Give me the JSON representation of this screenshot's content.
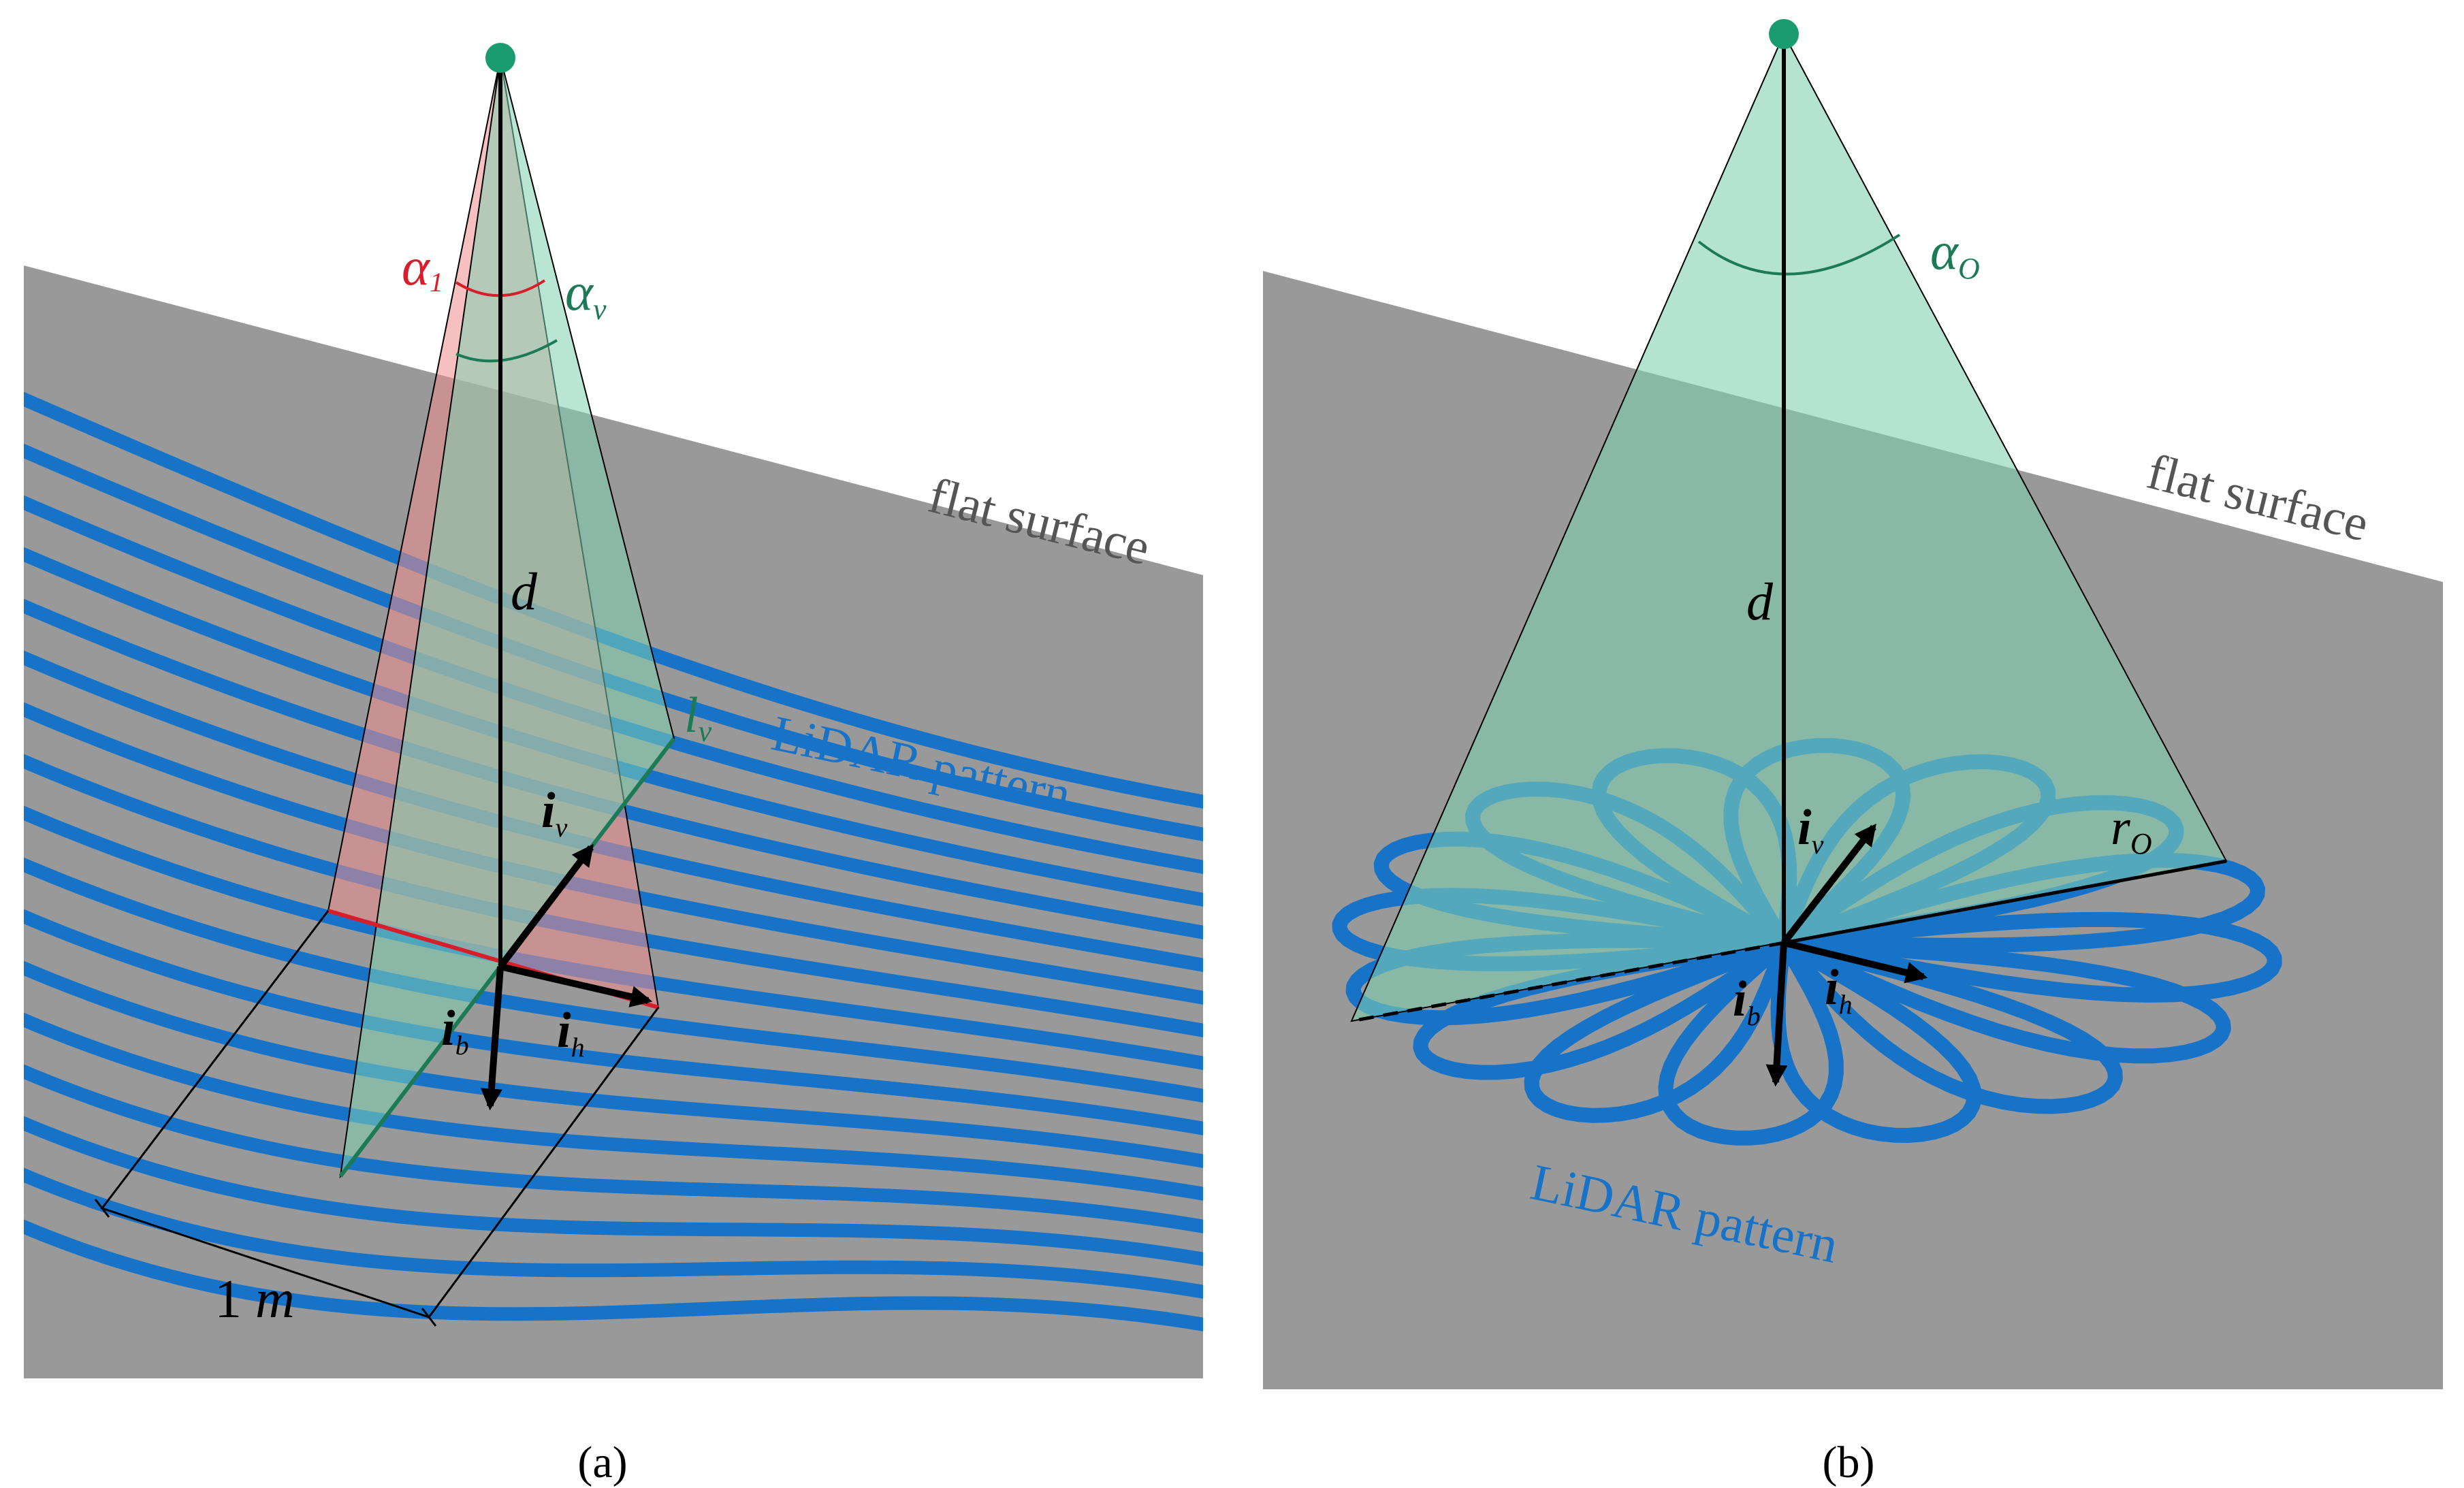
{
  "colors": {
    "surface": "#999999",
    "lidar_blue": "#1673c8",
    "fov_green": "#7fcfb2",
    "fov_red": "#f08c8c",
    "label_green": "#1d7a56",
    "label_red": "#d81e2a",
    "label_gray": "#555555",
    "sensor_dot": "#1a9c70"
  },
  "panel_a": {
    "caption": "(a)",
    "surface_label": "flat surface",
    "pattern_label": "LiDAR pattern",
    "distance_label": "d",
    "alpha1_label": "α",
    "alpha1_sub": "1",
    "alphav_label": "α",
    "alphav_sub": "v",
    "lv_label": "l",
    "lv_sub": "v",
    "iv_label": "i",
    "iv_sub": "v",
    "ih_label": "i",
    "ih_sub": "h",
    "ib_label": "i",
    "ib_sub": "b",
    "scale_num": "1",
    "scale_unit": "m",
    "icons": [
      "sensor-dot-icon",
      "arrow-icon"
    ]
  },
  "panel_b": {
    "caption": "(b)",
    "surface_label": "flat surface",
    "pattern_label": "LiDAR pattern",
    "distance_label": "d",
    "alpha_label": "α",
    "alpha_sub": "O",
    "r_label": "r",
    "r_sub": "O",
    "iv_label": "i",
    "iv_sub": "v",
    "ih_label": "i",
    "ih_sub": "h",
    "ib_label": "i",
    "ib_sub": "b",
    "petal_count": 16
  }
}
